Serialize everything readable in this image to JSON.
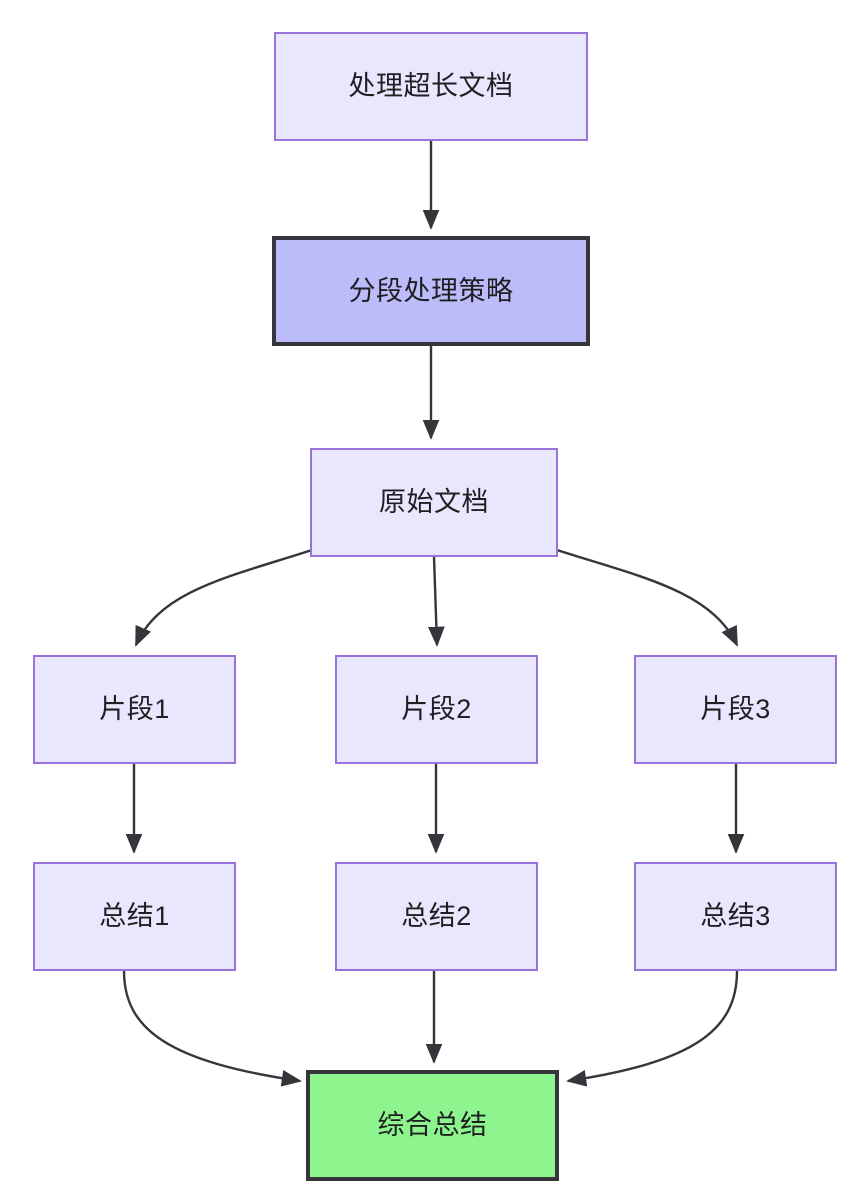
{
  "diagram": {
    "type": "flowchart",
    "direction": "top-down",
    "background_color": "#ffffff",
    "edge_color": "#35353b",
    "styles": {
      "lavender_fill": "#e9e7fd",
      "lavender_border": "#9a72dd",
      "periwinkle_fill": "#bcbcfa",
      "green_fill": "#8ef58e",
      "emphasis_border": "#35353b"
    },
    "nodes": [
      {
        "id": "n1",
        "label": "处理超长文档",
        "style": "lavender"
      },
      {
        "id": "n2",
        "label": "分段处理策略",
        "style": "periwinkle"
      },
      {
        "id": "n3",
        "label": "原始文档",
        "style": "lavender"
      },
      {
        "id": "n4",
        "label": "片段1",
        "style": "lavender"
      },
      {
        "id": "n5",
        "label": "片段2",
        "style": "lavender"
      },
      {
        "id": "n6",
        "label": "片段3",
        "style": "lavender"
      },
      {
        "id": "n7",
        "label": "总结1",
        "style": "lavender"
      },
      {
        "id": "n8",
        "label": "总结2",
        "style": "lavender"
      },
      {
        "id": "n9",
        "label": "总结3",
        "style": "lavender"
      },
      {
        "id": "n10",
        "label": "综合总结",
        "style": "green"
      }
    ],
    "edges": [
      {
        "from": "处理超长文档",
        "to": "分段处理策略",
        "shape": "straight"
      },
      {
        "from": "分段处理策略",
        "to": "原始文档",
        "shape": "straight"
      },
      {
        "from": "原始文档",
        "to": "片段1",
        "shape": "curved"
      },
      {
        "from": "原始文档",
        "to": "片段2",
        "shape": "straight"
      },
      {
        "from": "原始文档",
        "to": "片段3",
        "shape": "curved"
      },
      {
        "from": "片段1",
        "to": "总结1",
        "shape": "straight"
      },
      {
        "from": "片段2",
        "to": "总结2",
        "shape": "straight"
      },
      {
        "from": "片段3",
        "to": "总结3",
        "shape": "straight"
      },
      {
        "from": "总结1",
        "to": "综合总结",
        "shape": "curved"
      },
      {
        "from": "总结2",
        "to": "综合总结",
        "shape": "straight"
      },
      {
        "from": "总结3",
        "to": "综合总结",
        "shape": "curved"
      }
    ]
  }
}
